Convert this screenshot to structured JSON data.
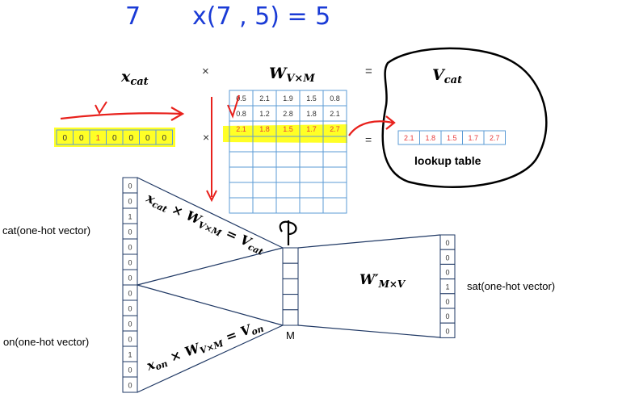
{
  "handwritten_formula": {
    "lhs": "7",
    "rhs": "x(7 , 5) = 5"
  },
  "equation": {
    "x_cat": {
      "base": "x",
      "sub": "cat"
    },
    "times": "×",
    "w": {
      "base": "W",
      "sub": "V×M"
    },
    "equals": "=",
    "v_cat": {
      "base": "V",
      "sub": "cat"
    }
  },
  "one_hot_cat": [
    "0",
    "0",
    "1",
    "0",
    "0",
    "0",
    "0"
  ],
  "weight_rows": [
    [
      "0.5",
      "2.1",
      "1.9",
      "1.5",
      "0.8"
    ],
    [
      "0.8",
      "1.2",
      "2.8",
      "1.8",
      "2.1"
    ],
    [
      "2.1",
      "1.8",
      "1.5",
      "1.7",
      "2.7"
    ],
    [
      "",
      "",
      "",
      "",
      ""
    ],
    [
      "",
      "",
      "",
      "",
      ""
    ],
    [
      "",
      "",
      "",
      "",
      ""
    ],
    [
      "",
      "",
      "",
      "",
      ""
    ],
    [
      "",
      "",
      "",
      "",
      ""
    ]
  ],
  "v_cat_row": [
    "2.1",
    "1.8",
    "1.5",
    "1.7",
    "2.7"
  ],
  "lookup_label": "lookup table",
  "network": {
    "cat_label": "cat(one-hot vector)",
    "on_label": "on(one-hot vector)",
    "sat_label": "sat(one-hot vector)",
    "hidden_label": "M",
    "cat_vector": [
      "0",
      "0",
      "1",
      "0",
      "0",
      "0",
      "0"
    ],
    "on_vector": [
      "0",
      "0",
      "0",
      "0",
      "1",
      "0",
      "0"
    ],
    "sat_vector": [
      "0",
      "0",
      "0",
      "1",
      "0",
      "0",
      "0"
    ],
    "upper_eq": {
      "x": "x",
      "x_sub": "cat",
      "w": "W",
      "w_sub": "V×M",
      "v": "V",
      "v_sub": "cat"
    },
    "lower_eq": {
      "x": "x",
      "x_sub": "on",
      "w": "W",
      "w_sub": "V×M",
      "v": "V",
      "v_sub": "on"
    },
    "output_weight": {
      "base": "W′",
      "sub": "M×V"
    }
  },
  "colors": {
    "box_stroke": "#5b9bd5",
    "highlight": "#ffff00",
    "handwriting_red": "#e8211c",
    "handwriting_blue": "#1a3bd6",
    "value_red": "#e83a3a",
    "line": "#1f3864"
  }
}
